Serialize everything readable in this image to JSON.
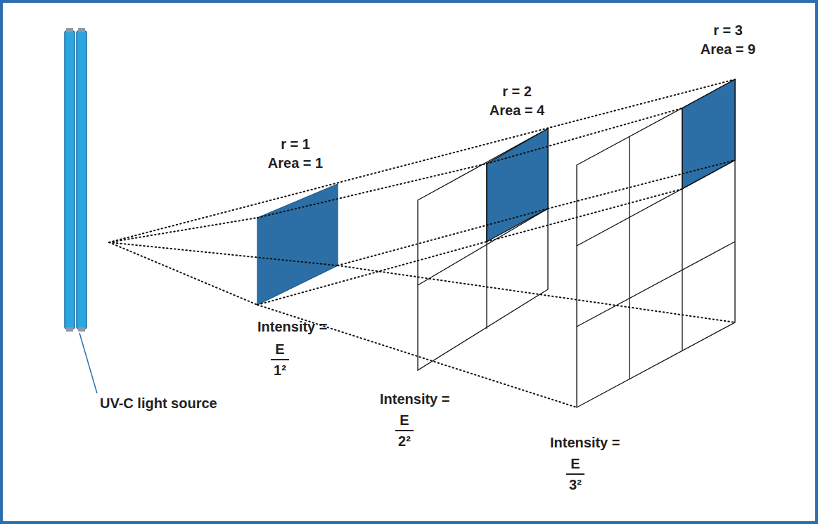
{
  "diagram": {
    "labels": [
      "r = 1",
      "Area = 1",
      "r = 2",
      "Area = 4",
      "r = 3",
      "Area = 9",
      "Intensity =",
      "E",
      "1²",
      "Intensity =",
      "E",
      "2²",
      "Intensity =",
      "E",
      "3²",
      "UV-C light source"
    ]
  }
}
